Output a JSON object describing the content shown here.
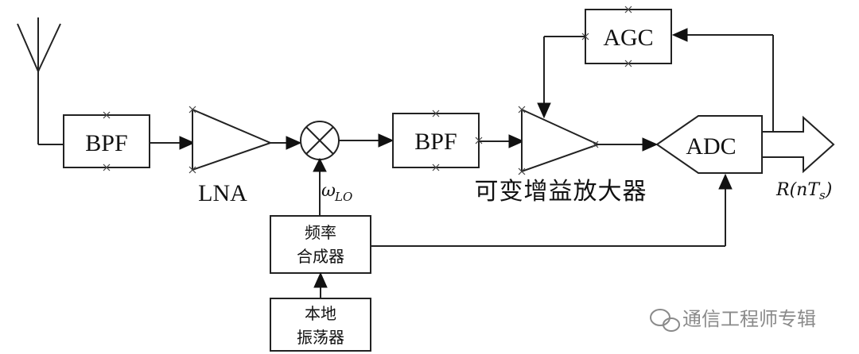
{
  "blocks": {
    "bpf1": "BPF",
    "lna": "LNA",
    "bpf2": "BPF",
    "vga": "可变增益放大器",
    "adc": "ADC",
    "agc": "AGC",
    "synth_line1": "频率",
    "synth_line2": "合成器",
    "osc_line1": "本地",
    "osc_line2": "振荡器"
  },
  "signals": {
    "lo_symbol": "ω",
    "lo_subscript": "LO",
    "output_r": "R",
    "output_n": "n",
    "output_t": "T",
    "output_s": "s"
  },
  "watermark": {
    "text": "通信工程师专辑"
  },
  "colors": {
    "line": "#222222",
    "background": "#ffffff",
    "watermark": "#8a8a8a"
  }
}
